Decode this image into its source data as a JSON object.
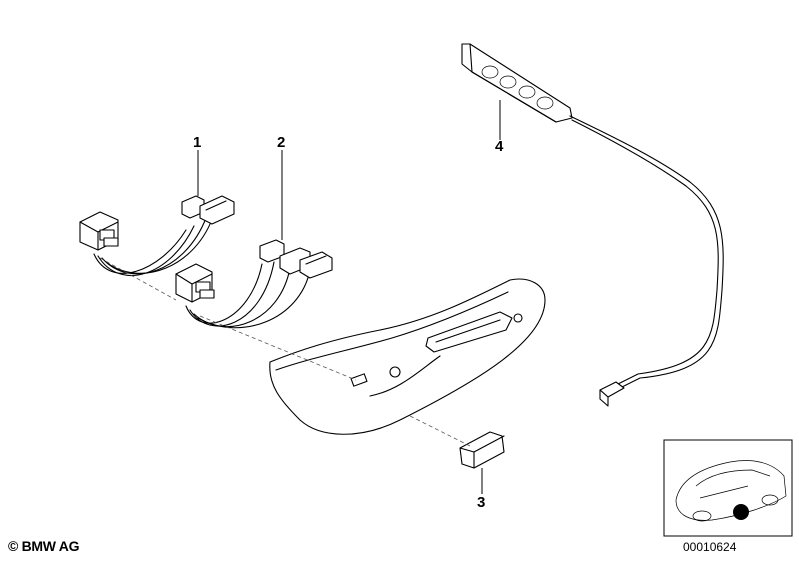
{
  "callouts": [
    {
      "label": "1"
    },
    {
      "label": "2"
    },
    {
      "label": "3"
    },
    {
      "label": "4"
    }
  ],
  "footer": {
    "copyright": "© BMW AG",
    "drawing_number": "00010624"
  },
  "icons": {
    "location_marker": "black-dot-position-marker",
    "car": "car-outline-icon"
  }
}
